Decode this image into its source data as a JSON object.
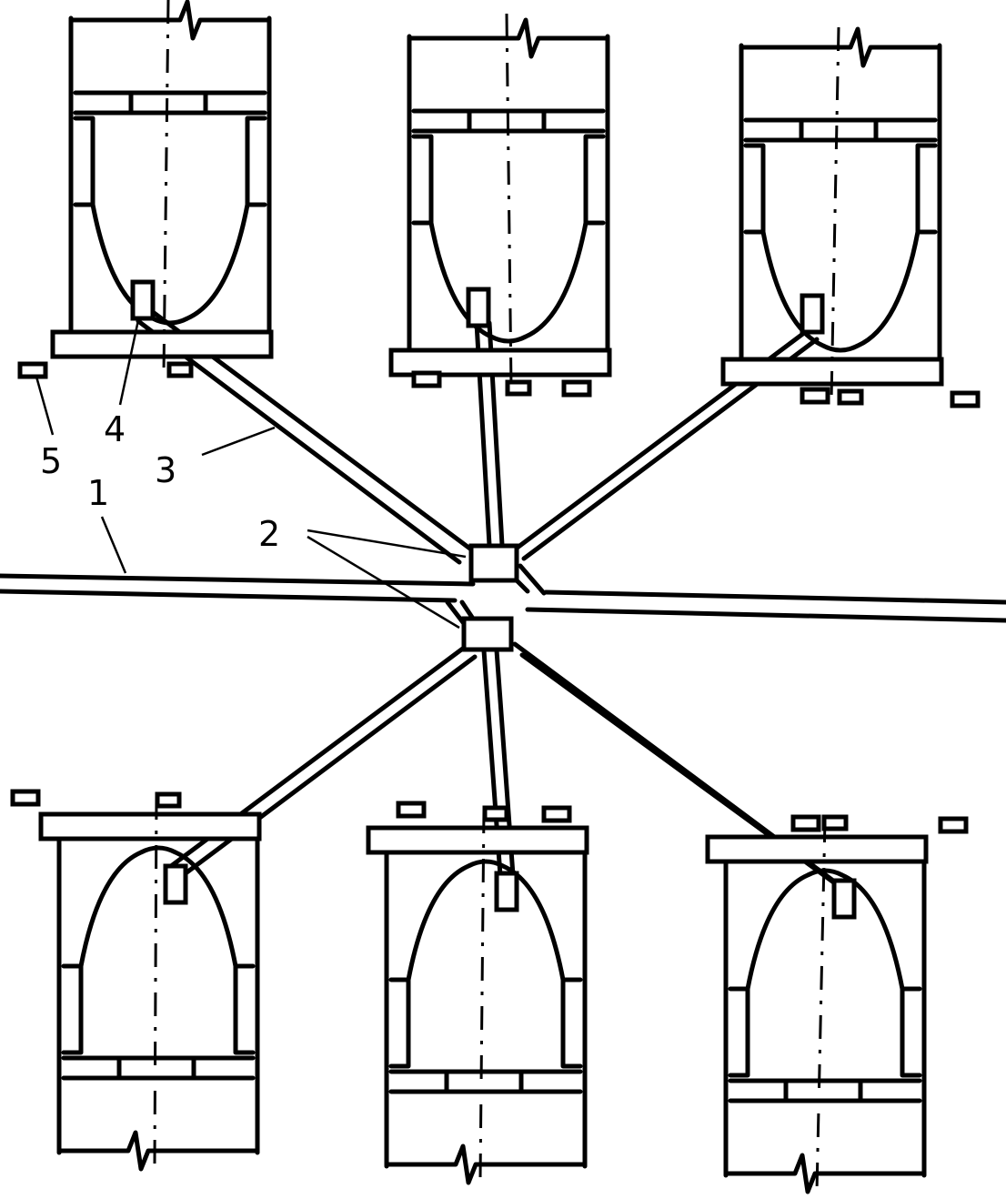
{
  "labels": {
    "main_road": "1",
    "junction": "2",
    "branch_pipe": "3",
    "outlet": "4",
    "marker": "5"
  }
}
